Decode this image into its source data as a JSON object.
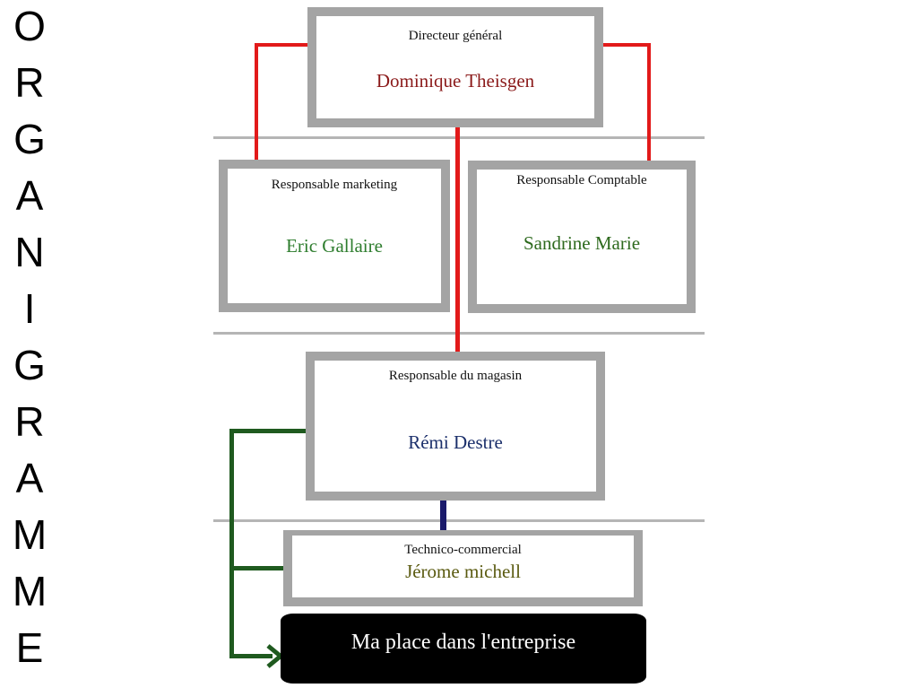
{
  "side_title": [
    "O",
    "R",
    "G",
    "A",
    "N",
    "I",
    "G",
    "R",
    "A",
    "M",
    "M",
    "E"
  ],
  "director": {
    "role": "Directeur général",
    "name": "Dominique Theisgen"
  },
  "marketing": {
    "role": "Responsable marketing",
    "name": "Eric Gallaire"
  },
  "comptable": {
    "role": "Responsable Comptable",
    "name": "Sandrine Marie"
  },
  "magasin": {
    "role": "Responsable du magasin",
    "name": "Rémi Destre"
  },
  "technico": {
    "role": "Technico-commercial",
    "name": "Jérome michell"
  },
  "place": {
    "label": "Ma place dans l'entreprise"
  },
  "colors": {
    "director_name": "#8b1a1a",
    "green_name": "#2e7d2e",
    "blue_name": "#1b2f6b",
    "olive_name": "#5a5a10",
    "red_line": "#e21a1a",
    "green_line": "#1f5a1f",
    "navy_line": "#1a1a6b"
  }
}
